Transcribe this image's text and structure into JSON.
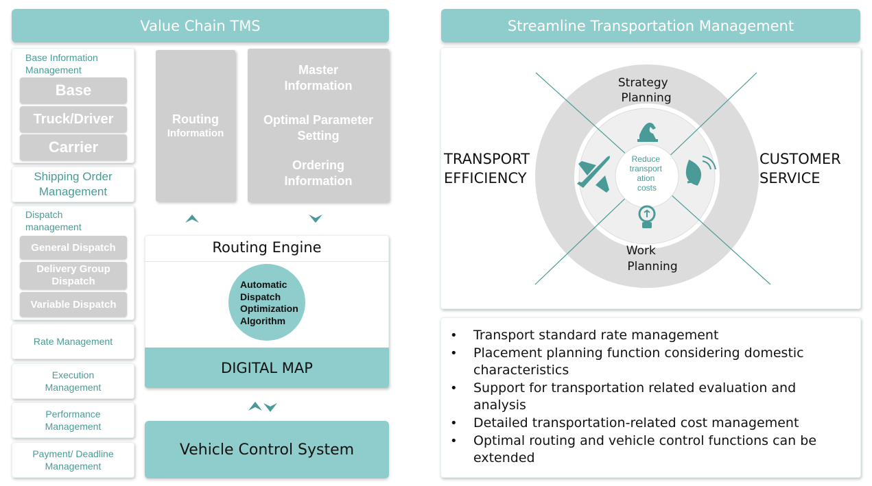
{
  "left_header": "Value Chain TMS",
  "right_header": "Streamline Transportation Management",
  "sidebar": {
    "base_info": {
      "title_line1": "Base Information",
      "title_line2": "Management",
      "buttons": [
        "Base",
        "Truck/Driver",
        "Carrier"
      ]
    },
    "shipping_order": {
      "line1": "Shipping Order",
      "line2": "Management"
    },
    "dispatch": {
      "title_line1": "Dispatch",
      "title_line2": "management",
      "buttons": [
        "General Dispatch",
        "Delivery Group",
        "Dispatch",
        "Variable Dispatch"
      ]
    },
    "rate": "Rate Management",
    "execution": {
      "line1": "Execution",
      "line2": "Management"
    },
    "performance": {
      "line1": "Performance",
      "line2": "Management"
    },
    "payment": {
      "line1": "Payment/ Deadline",
      "line2": "Management"
    }
  },
  "routing_info": {
    "line1": "Routing",
    "line2": "Information"
  },
  "master_col": {
    "master_line1": "Master",
    "master_line2": "Information",
    "optimal_line1": "Optimal Parameter",
    "optimal_line2": "Setting",
    "ordering_line1": "Ordering",
    "ordering_line2": "Information"
  },
  "routing_engine": {
    "title": "Routing Engine",
    "algo_lines": [
      "Automatic",
      "Dispatch",
      "Optimization",
      "Algorithm"
    ],
    "map_label": "DIGITAL MAP"
  },
  "vehicle_control": "Vehicle Control System",
  "circle": {
    "top_line1": "Strategy",
    "top_line2": "Planning",
    "bottom_line1": "Work",
    "bottom_line2": "Planning",
    "center_lines": [
      "Reduce",
      "transport",
      "ation",
      "costs"
    ],
    "left_line1": "TRANSPORT",
    "left_line2": "EFFICIENCY",
    "right_line1": "CUSTOMER",
    "right_line2": "SERVICE",
    "icons": [
      "chess-knight-icon",
      "airplane-icon",
      "satellite-dish-icon",
      "lightbulb-icon"
    ]
  },
  "features": [
    [
      "Transport standard rate management"
    ],
    [
      "Placement planning function considering domestic",
      "characteristics"
    ],
    [
      "Support for transportation related evaluation and",
      "analysis"
    ],
    [
      "Detailed transportation-related cost management"
    ],
    [
      "Optimal routing and vehicle control functions can be",
      "extended"
    ]
  ],
  "colors": {
    "teal": "#8ecdcb",
    "teal_dark": "#4a9a97",
    "gray": "#cfcfcf"
  }
}
